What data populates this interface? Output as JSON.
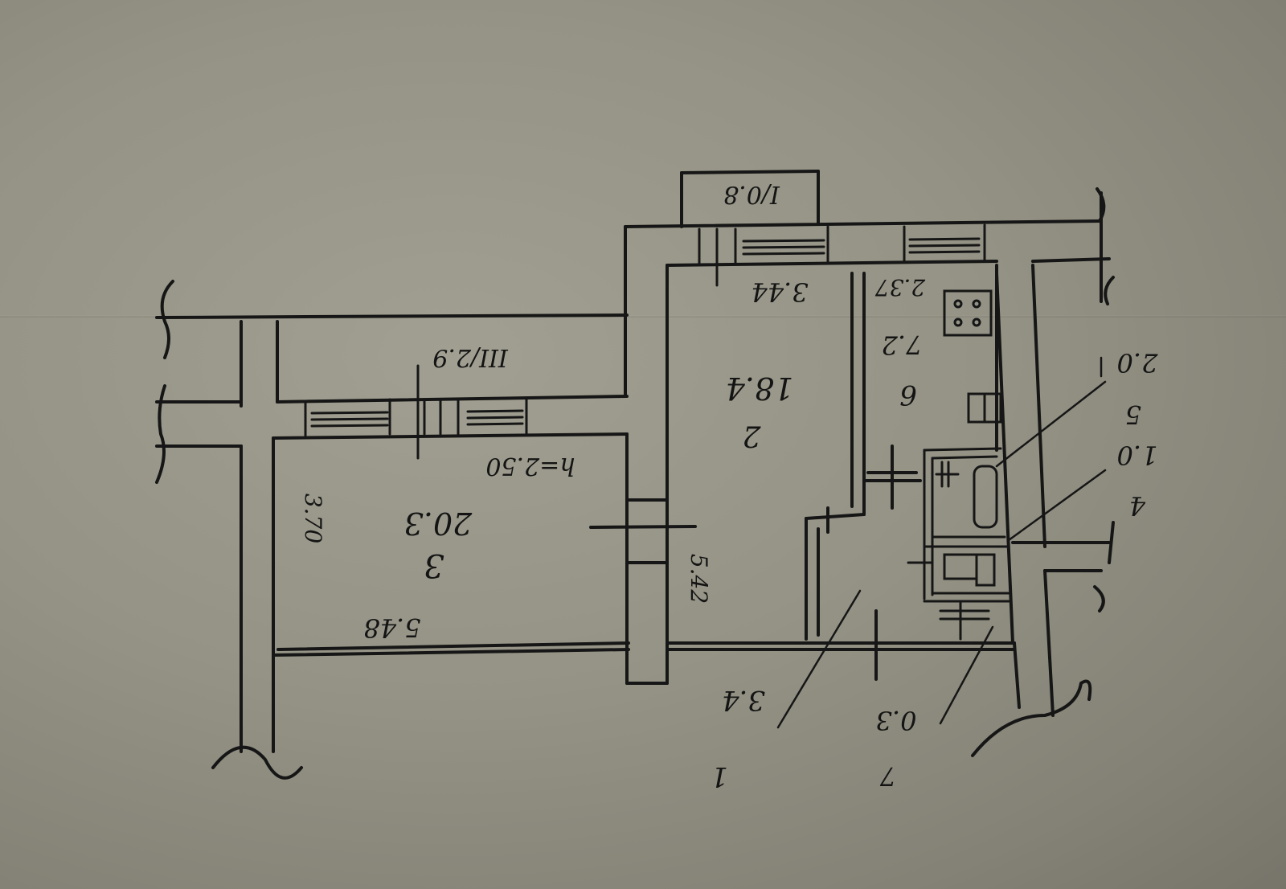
{
  "plan": {
    "rooms": {
      "big_room": {
        "number": "3",
        "area": "20.3",
        "length": "5.48",
        "width": "3.70",
        "ceiling": "h=2.50",
        "balcony": "III/2.9"
      },
      "middle_room": {
        "number": "2",
        "area": "18.4",
        "width": "3.44",
        "depth": "5.42",
        "balcony": "I/0.8"
      },
      "kitchen": {
        "number": "6",
        "area": "7.2",
        "width": "2.37"
      },
      "hall": {
        "number": "1",
        "area": "3.4"
      },
      "bath": {
        "number": "5",
        "area": "2.0"
      },
      "wc": {
        "number": "4",
        "area": "1.0"
      },
      "closet": {
        "number": "7",
        "area": "0.3"
      }
    }
  }
}
